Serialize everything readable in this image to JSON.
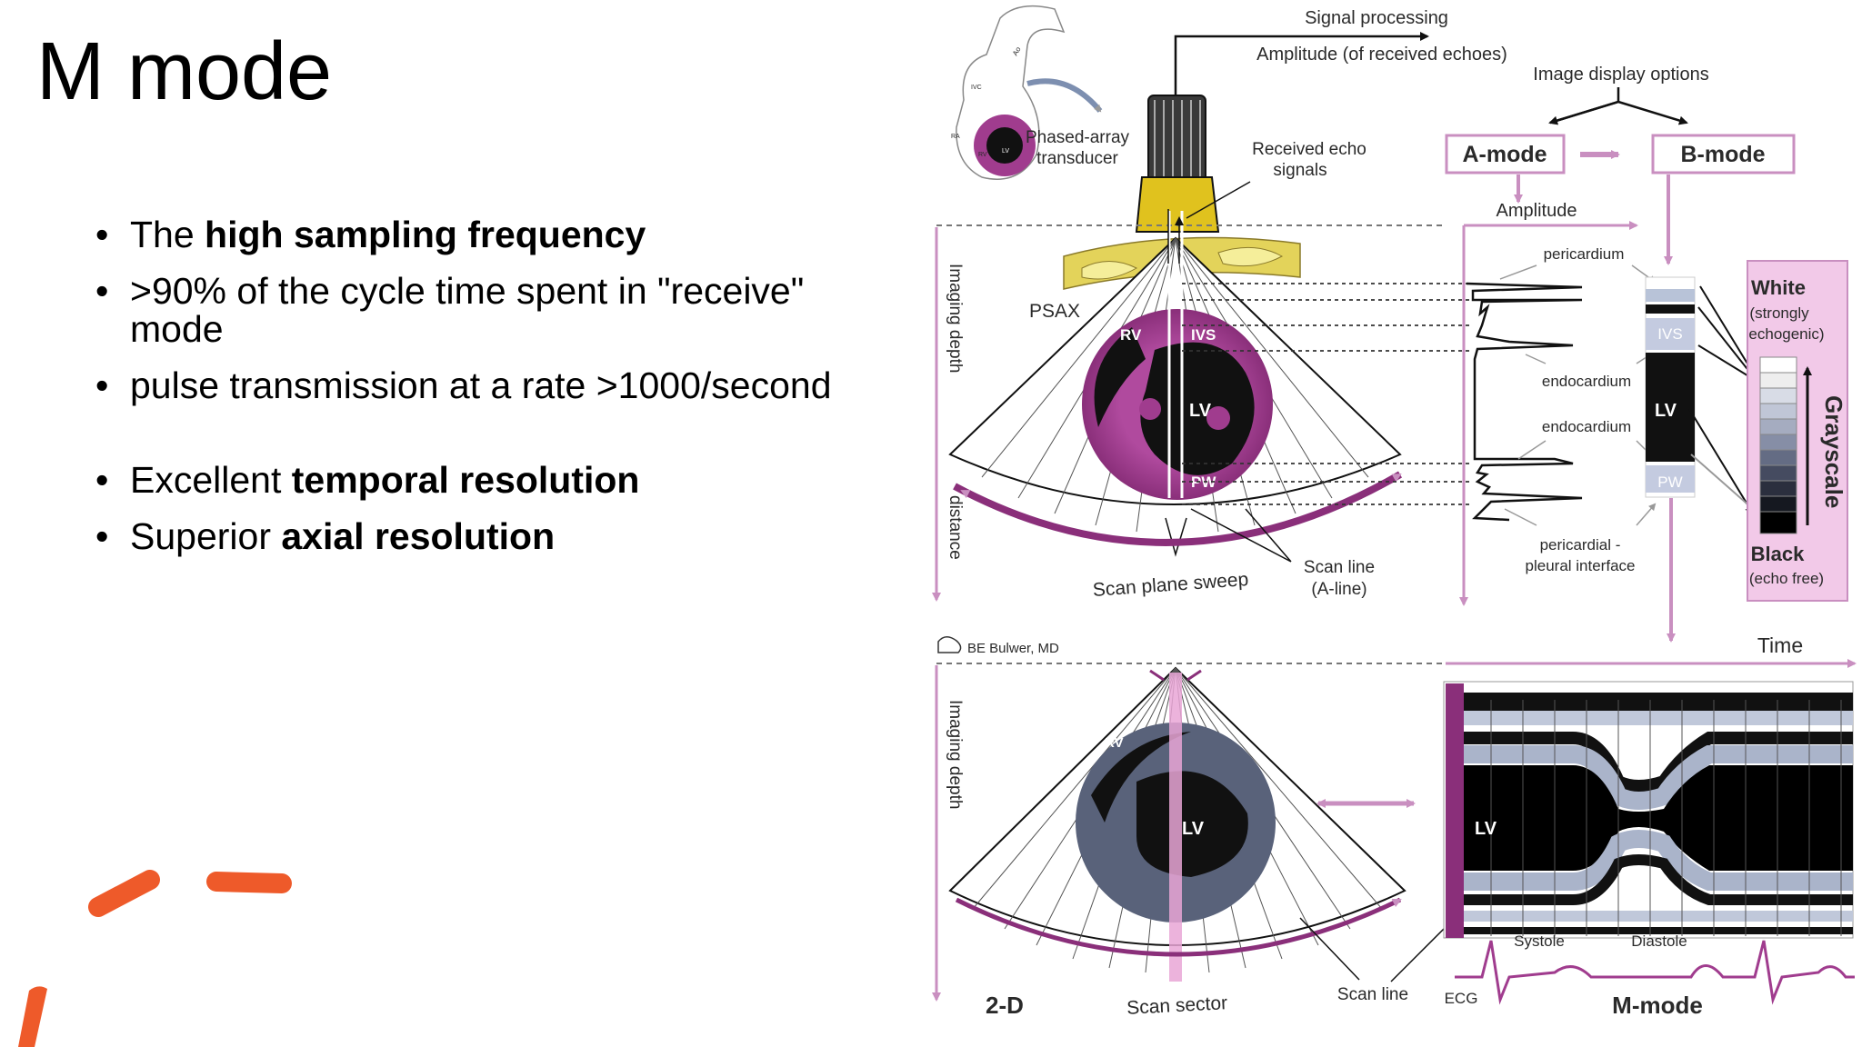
{
  "slide": {
    "title": "M mode",
    "bullets": [
      {
        "pre": "The ",
        "bold": "high sampling frequency",
        "post": ""
      },
      {
        "pre": ">90% of the cycle time spent in \"receive\" mode",
        "bold": "",
        "post": ""
      },
      {
        "pre": "pulse transmission at a rate >1000/second",
        "bold": "",
        "post": ""
      },
      {
        "pre": "Excellent ",
        "bold": "temporal resolution",
        "post": ""
      },
      {
        "pre": "Superior ",
        "bold": "axial resolution",
        "post": ""
      }
    ]
  },
  "diagram": {
    "signal_processing": "Signal processing",
    "amplitude_received": "Amplitude (of received echoes)",
    "image_display_options": "Image display options",
    "phased_array": "Phased-array",
    "transducer": "transducer",
    "received_echo": "Received echo",
    "signals": "signals",
    "a_mode": "A-mode",
    "b_mode": "B-mode",
    "amplitude": "Amplitude",
    "pericardium": "pericardium",
    "endocardium_1": "endocardium",
    "endocardium_2": "endocardium",
    "pericardial_1": "pericardial -",
    "pericardial_2": "pleural interface",
    "psax": "PSAX",
    "rv": "RV",
    "ivs": "IVS",
    "lv": "LV",
    "pw": "PW",
    "imaging_depth": "Imaging depth",
    "distance": "distance",
    "scan_plane_sweep": "Scan plane sweep",
    "scan_line_1": "Scan line",
    "a_line": "(A-line)",
    "white": "White",
    "strongly": "(strongly",
    "echogenic": "echogenic)",
    "grayscale": "Grayscale",
    "black": "Black",
    "echo_free": "(echo free)",
    "bulwer": "BE Bulwer, MD",
    "time": "Time",
    "two_d": "2-D",
    "scan_sector": "Scan sector",
    "scan_line_2": "Scan line",
    "ecg": "ECG",
    "systole": "Systole",
    "diastole": "Diastole",
    "m_mode": "M-mode",
    "inset_labels": [
      "IVC",
      "Ao",
      "RA",
      "RV",
      "LV"
    ],
    "colors": {
      "arrow_pink": "#c98fc0",
      "myocardium": "#a03c8e",
      "transducer_gold": "#e0c21e",
      "orange_deco": "#ee5a2a"
    }
  }
}
